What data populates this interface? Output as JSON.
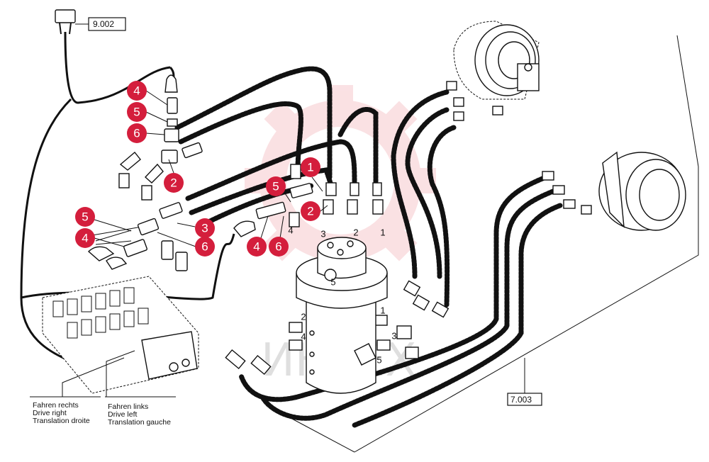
{
  "references": {
    "top": "9.002",
    "bottom": "7.003"
  },
  "labels": {
    "right_drive": [
      "Fahren rechts",
      "Drive right",
      "Translation droite"
    ],
    "left_drive": [
      "Fahren links",
      "Drive left",
      "Translation gauche"
    ]
  },
  "port_numbers": {
    "top_row": [
      "3",
      "2",
      "1"
    ],
    "left_col": [
      "2",
      "4"
    ],
    "right_col": [
      "1",
      "3"
    ],
    "center": "5",
    "lower_center": "5",
    "top_left": "4"
  },
  "callouts": [
    "1",
    "2",
    "2",
    "3",
    "4",
    "4",
    "4",
    "5",
    "5",
    "5",
    "6",
    "6",
    "6"
  ],
  "watermark": {
    "text": "ИНТЕХ",
    "color": "#d8d8d8"
  },
  "colors": {
    "callout": "#d41e3c",
    "line": "#111111",
    "logo_tint": "#f6c9cd"
  }
}
